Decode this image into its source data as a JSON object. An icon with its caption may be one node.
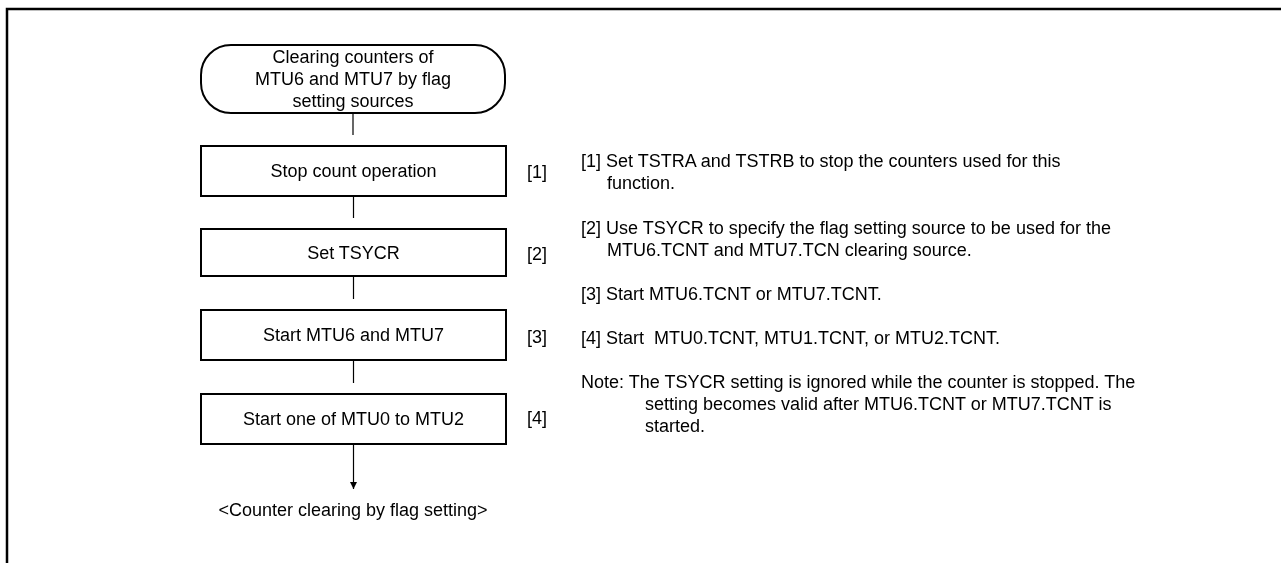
{
  "diagram": {
    "nodes": [
      {
        "text": [
          "Clearing counters of MTU6 and MTU7 by flag setting sources"
        ]
      },
      {
        "text": [
          "Stop count operation"
        ],
        "beside": [
          "[1]"
        ]
      },
      {
        "text": [
          "Set TSYCR"
        ],
        "beside": [
          "[2]"
        ]
      },
      {
        "text": [
          "Start MTU6 and MTU7"
        ],
        "beside": [
          "[3]"
        ]
      },
      {
        "text": [
          "Start one of MTU0 to MTU2"
        ],
        "beside": [
          "[4]"
        ]
      },
      {
        "text": [
          "<Counter clearing by flag setting>"
        ]
      }
    ],
    "edges": [
      {
        "from": 0,
        "to": 1,
        "arrow": "none"
      },
      {
        "from": 1,
        "to": 2,
        "arrow": "none"
      },
      {
        "from": 2,
        "to": 3,
        "arrow": "none"
      },
      {
        "from": 3,
        "to": 4,
        "arrow": "none"
      },
      {
        "from": 4,
        "to": 5,
        "arrow": "to"
      }
    ],
    "labels": [
      "[1] Set TSTRA and TSTRB to stop the counters used for this function.",
      "[2] Use TSYCR to specify the flag setting source to be used for the MTU6.TCNT and MTU7.TCN clearing source.",
      "[3] Start MTU6.TCNT or MTU7.TCNT.",
      "[4] Start  MTU0.TCNT, MTU1.TCNT, or MTU2.TCNT.",
      "Note: The TSYCR setting is ignored while the counter is stopped. The setting becomes valid after MTU6.TCNT or MTU7.TCNT is started."
    ]
  }
}
